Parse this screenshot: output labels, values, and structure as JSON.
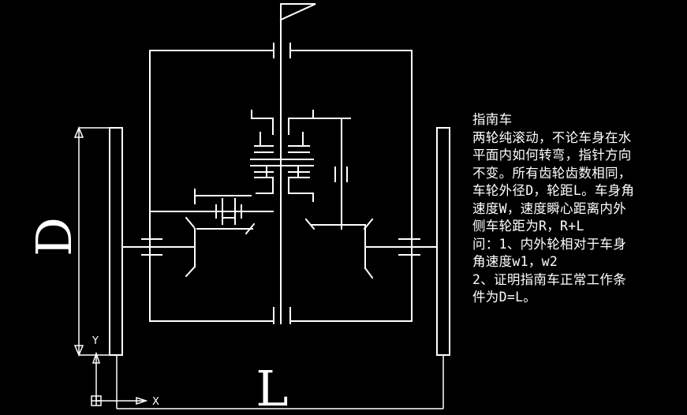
{
  "diagram": {
    "colors": {
      "background": "#000000",
      "lines": "#ffffff",
      "text": "#ffffff"
    },
    "labels": {
      "dimension_d": "D",
      "dimension_l": "L",
      "axis_x": "X",
      "axis_y": "Y"
    }
  },
  "note": {
    "lines": [
      "指南车",
      "两轮纯滚动，不论车身在水",
      "平面内如何转弯，指针方向",
      "不变。所有齿轮齿数相同，",
      "车轮外径D，轮距L。车身角",
      "速度W，速度瞬心距离内外",
      "侧车轮距为R，R+L",
      "问：1、内外轮相对于车身",
      "角速度w1，w2",
      "2、证明指南车正常工作条",
      "件为D=L。"
    ]
  }
}
